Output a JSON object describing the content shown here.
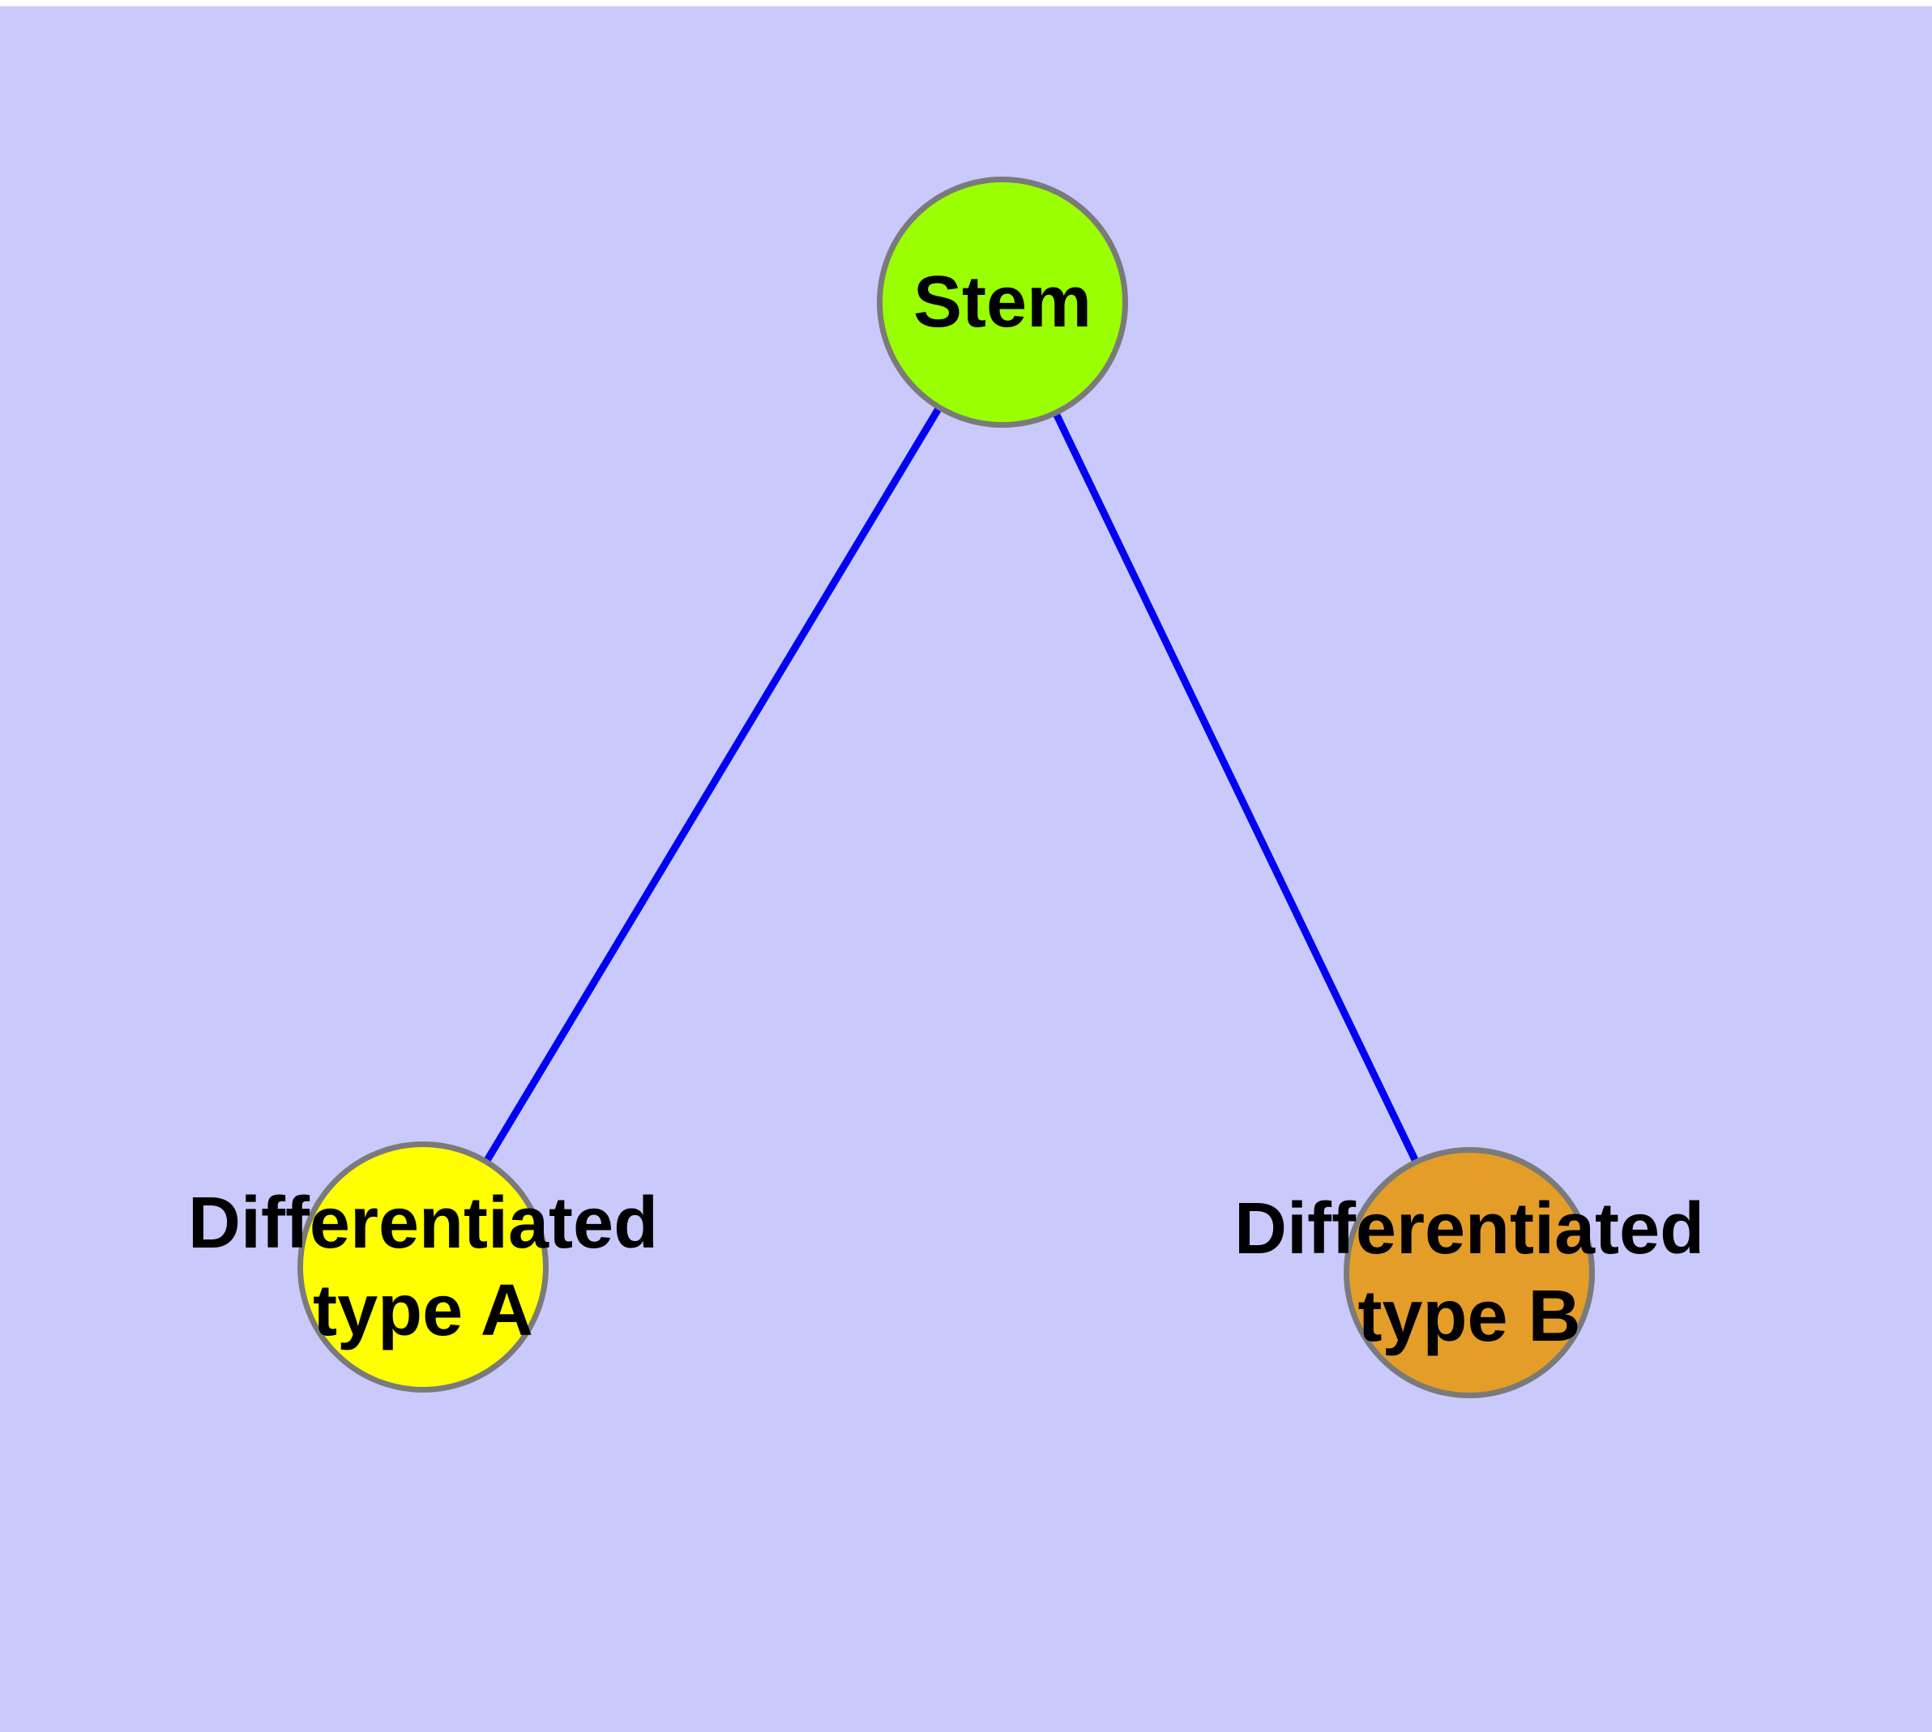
{
  "diagram": {
    "background_color": "#c9c9fb",
    "top_strip_color": "#ffffff",
    "edge_color": "#0202f2",
    "node_border_color": "#7a7a7a",
    "text_color": "#000000",
    "nodes": [
      {
        "id": "stem",
        "label": "Stem",
        "lines": [
          "Stem",
          ""
        ],
        "fill": "#9aff00"
      },
      {
        "id": "type-a",
        "label": "Differentiated type A",
        "lines": [
          "Differentiated",
          "type A"
        ],
        "fill": "#ffff00"
      },
      {
        "id": "type-b",
        "label": "Differentiated type B",
        "lines": [
          "Differentiated",
          "type B"
        ],
        "fill": "#e39d28"
      }
    ],
    "edges": [
      {
        "from": "stem",
        "to": "type-a"
      },
      {
        "from": "stem",
        "to": "type-b"
      }
    ]
  }
}
